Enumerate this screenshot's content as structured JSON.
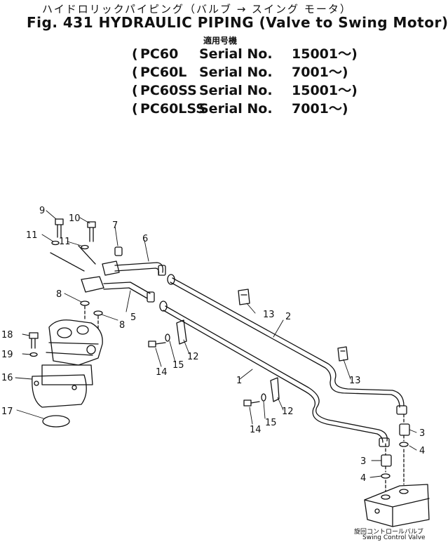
{
  "figure": {
    "title_jp": "ハイドロリックパイピング（バルブ → スイング モータ）",
    "title": "Fig. 431 HYDRAULIC PIPING (Valve to Swing Motor)",
    "applicable_label": "適用号機"
  },
  "serials": [
    {
      "model": "PC60",
      "label": "Serial No.",
      "range": "15001～"
    },
    {
      "model": "PC60L",
      "label": "Serial No.",
      "range": "7001～"
    },
    {
      "model": "PC60SS",
      "label": "Serial No.",
      "range": "15001～"
    },
    {
      "model": "PC60LSS",
      "label": "Serial No.",
      "range": "7001～"
    }
  ],
  "callouts": {
    "c1": "1",
    "c2": "2",
    "c3a": "3",
    "c3b": "3",
    "c4a": "4",
    "c4b": "4",
    "c5": "5",
    "c6": "6",
    "c7": "7",
    "c8a": "8",
    "c8b": "8",
    "c9": "9",
    "c10": "10",
    "c11a": "11",
    "c11b": "11",
    "c12a": "12",
    "c12b": "12",
    "c13a": "13",
    "c13b": "13",
    "c14a": "14",
    "c14b": "14",
    "c15a": "15",
    "c15b": "15",
    "c16": "16",
    "c17": "17",
    "c18": "18",
    "c19": "19"
  },
  "captions": {
    "swing_valve_jp": "旋回コントロールバルブ",
    "swing_valve_en": "Swing Control Valve"
  },
  "colors": {
    "ink": "#111111",
    "paper": "#ffffff"
  }
}
